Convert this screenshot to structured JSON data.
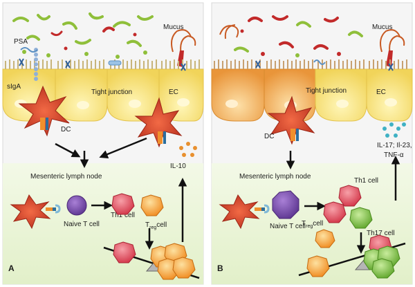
{
  "panels": [
    {
      "id": "A",
      "letter": "A",
      "labels": {
        "psa": "PSA",
        "siga": "sIgA",
        "mucus": "Mucus",
        "tight_junction": "Tight junction",
        "ec": "EC",
        "dc": "DC",
        "il10": "IL-10",
        "lymph_node": "Mesenteric lymph node",
        "naive_t": "Naive T cell",
        "th1": "Th1 cell",
        "treg_main": "T",
        "treg_sub": "reg",
        "treg_tail": "cell"
      }
    },
    {
      "id": "B",
      "letter": "B",
      "labels": {
        "mucus": "Mucus",
        "tight_junction": "Tight junction",
        "ec": "EC",
        "dc": "DC",
        "cytokines_line1": "IL-17; Il-23,",
        "cytokines_line2": "TNF-α",
        "lymph_node": "Mesenteric lymph node",
        "naive_t": "Naive T cell",
        "th1": "Th1 cell",
        "th17": "Th17 cell",
        "treg_main": "T",
        "treg_sub": "reg",
        "treg_tail": "cell"
      }
    }
  ],
  "colors": {
    "lymph_bg": "#e9f4d6",
    "gut_bg": "#f4f4f4",
    "cell_yellow": "#f7e98a",
    "cell_orange": "#f2b25b",
    "dc_red": "#d8412b",
    "naive_purple": "#7b4fa8",
    "th1_red": "#e0485a",
    "treg_orange": "#f59a2c",
    "th17_green": "#7cc242",
    "il10_dot": "#e8902e",
    "cytokine_dot": "#3fb1c4"
  }
}
